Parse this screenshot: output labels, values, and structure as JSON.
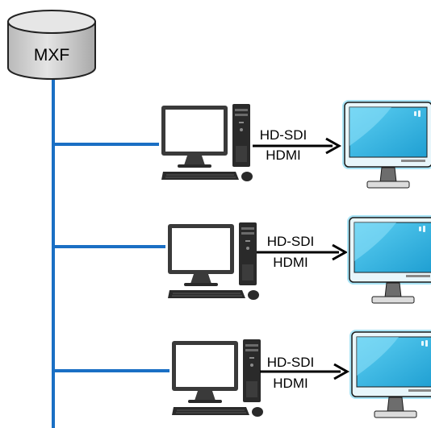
{
  "storage": {
    "label": "MXF"
  },
  "rows": [
    {
      "top_label": "HD-SDI",
      "bottom_label": "HDMI"
    },
    {
      "top_label": "HD-SDI",
      "bottom_label": "HDMI"
    },
    {
      "top_label": "HD-SDI",
      "bottom_label": "HDMI"
    }
  ],
  "colors": {
    "bus_line": "#1a6fc4",
    "cylinder_top": "#e6e6e6",
    "cylinder_body": "#c8c8c8",
    "cylinder_stroke": "#222222",
    "monitor_screen": "#39b8e4",
    "monitor_glow": "#a9e4f6",
    "computer_screen": "#ffffff",
    "computer_body": "#2a2a2a"
  },
  "icons": {
    "storage": "database-icon",
    "computer": "desktop-computer-icon",
    "display": "display-monitor-icon"
  }
}
